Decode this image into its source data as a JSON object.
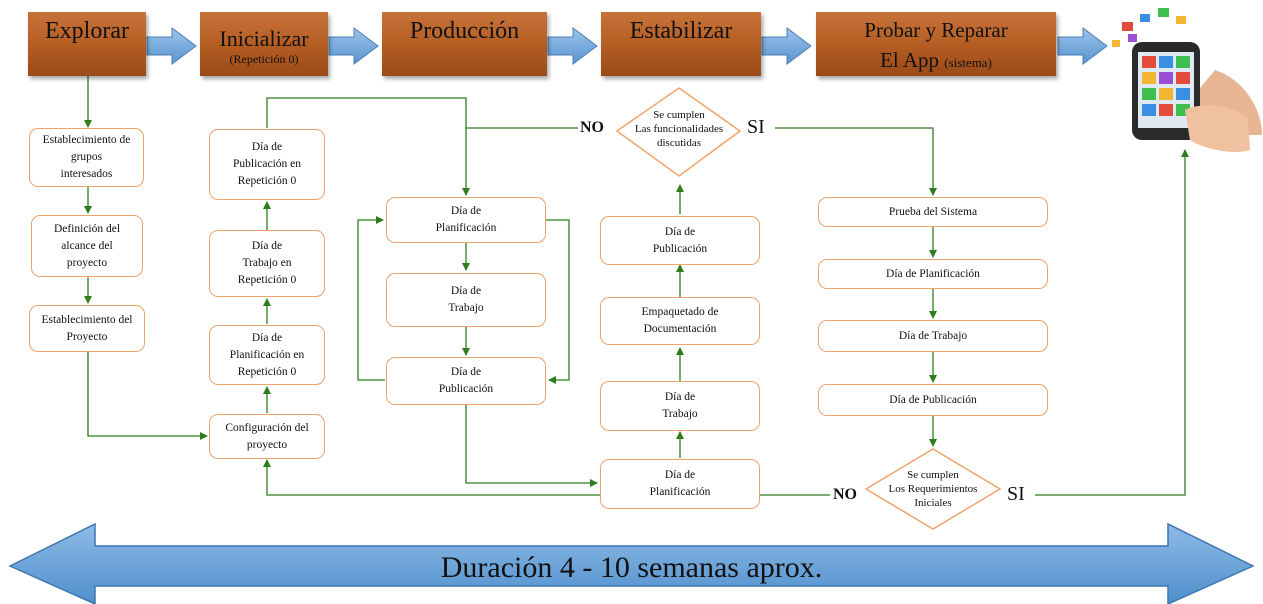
{
  "phases": {
    "explorar": "Explorar",
    "inicializar": "Inicializar",
    "inicializar_sub": "(Repetición 0)",
    "produccion": "Producción",
    "estabilizar": "Estabilizar",
    "probar_line1": "Probar y Reparar",
    "probar_line2": "El App",
    "probar_sub": "(sistema)"
  },
  "explorar_col": {
    "grupos": [
      "Establecimiento de",
      "grupos",
      "interesados"
    ],
    "alcance": [
      "Definición del",
      "alcance del",
      "proyecto"
    ],
    "proyecto": [
      "Establecimiento del",
      "Proyecto"
    ]
  },
  "inicializar_col": {
    "publicacion": [
      "Día de",
      "Publicación en",
      "Repetición 0"
    ],
    "trabajo": [
      "Día de",
      "Trabajo en",
      "Repetición 0"
    ],
    "planificacion": [
      "Día de",
      "Planificación en",
      "Repetición 0"
    ],
    "configuracion": [
      "Configuración del",
      "proyecto"
    ]
  },
  "produccion_col": {
    "planificacion": [
      "Día de",
      "Planificación"
    ],
    "trabajo": [
      "Día de",
      "Trabajo"
    ],
    "publicacion": [
      "Día de",
      "Publicación"
    ]
  },
  "estabilizar_col": {
    "decision": [
      "Se cumplen",
      "Las funcionalidades",
      "discutidas"
    ],
    "publicacion": [
      "Día de",
      "Publicación"
    ],
    "empaquetado": [
      "Empaquetado de",
      "Documentación"
    ],
    "trabajo": [
      "Día de",
      "Trabajo"
    ],
    "planificacion": [
      "Día de",
      "Planificación"
    ]
  },
  "probar_col": {
    "prueba": "Prueba del Sistema",
    "planificacion": "Día de Planificación",
    "trabajo": "Día de Trabajo",
    "publicacion": "Día de Publicación",
    "decision": [
      "Se cumplen",
      "Los Requerimientos",
      "Iniciales"
    ]
  },
  "labels": {
    "no_top": "NO",
    "si_top": "SI",
    "no_bottom": "NO",
    "si_bottom": "SI"
  },
  "duration": "Duración 4 - 10 semanas aprox.",
  "colors": {
    "phase_box": "#b25c22",
    "block_arrow": "#5b9bd5",
    "flow_line": "#2e7d1e",
    "node_border": "#f0a36a"
  }
}
